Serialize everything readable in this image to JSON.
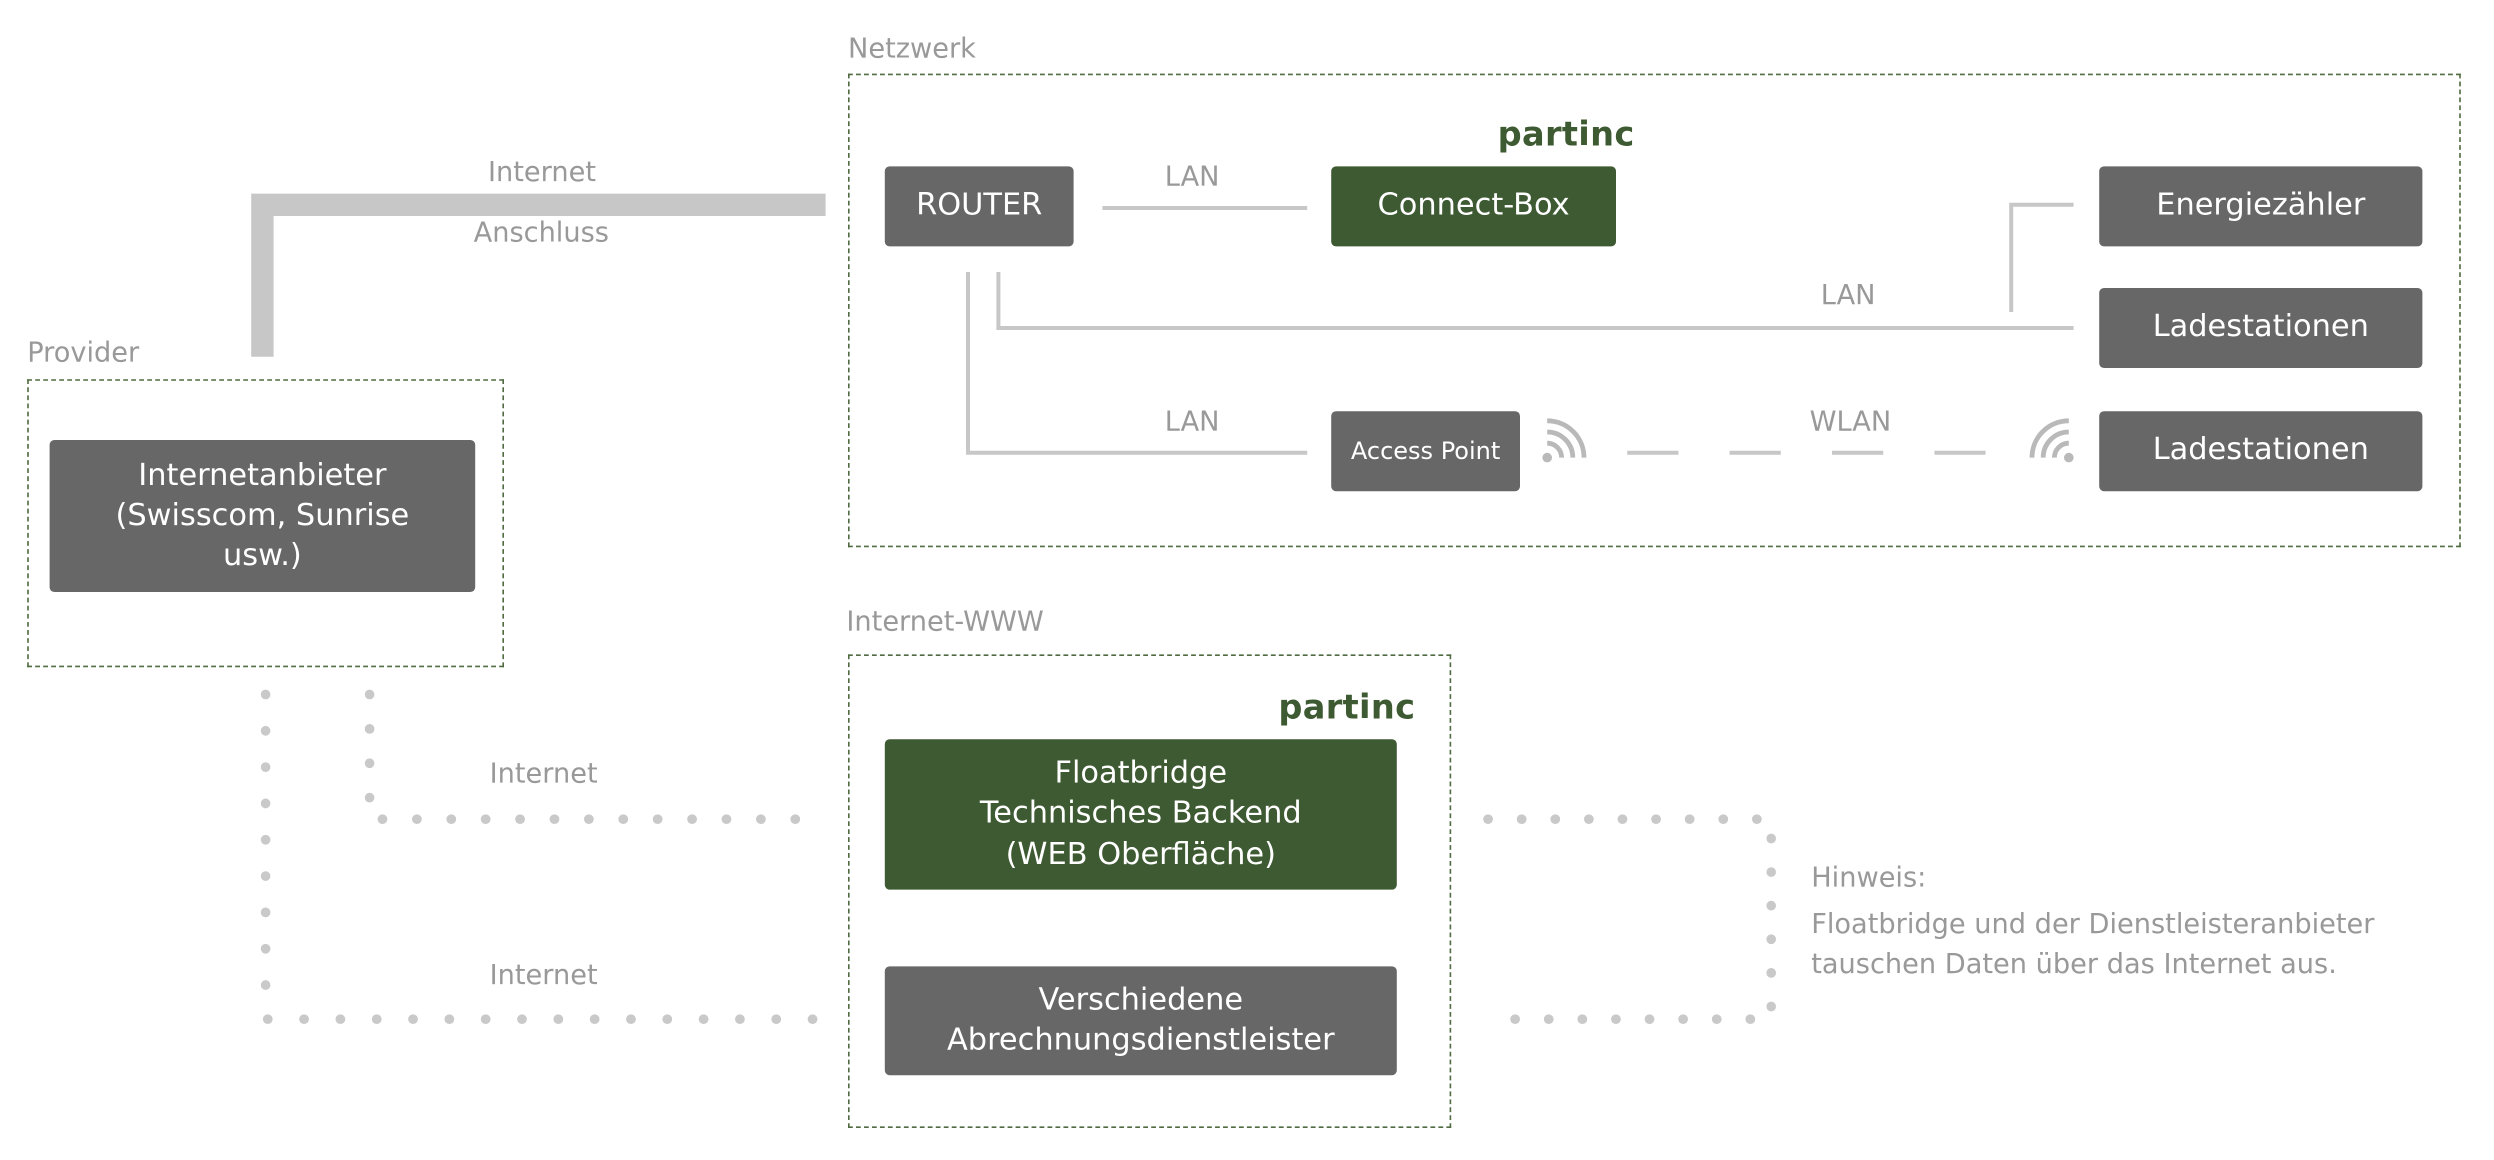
{
  "groups": {
    "netzwerk": "Netzwerk",
    "provider": "Provider",
    "internet_www": "Internet-WWW"
  },
  "boxes": {
    "router": "ROUTER",
    "connect_box": "Connect-Box",
    "energiezaehler": "Energiezähler",
    "ladestationen_lan": "Ladestationen",
    "ladestationen_wlan": "Ladestationen",
    "access_point": "Access Point",
    "internetanbieter": "Internetanbieter\n(Swisscom, Sunrise\nusw.)",
    "floatbridge": "Floatbridge\nTechnisches Backend\n(WEB Oberfläche)",
    "abrechnung": "Verschiedene\nAbrechnungsdienstleister"
  },
  "links": {
    "internet_top": "Internet",
    "anschluss": "Anschluss",
    "lan_router_connect": "LAN",
    "lan_router_lade": "LAN",
    "lan_router_ap": "LAN",
    "wlan": "WLAN",
    "internet_floatbridge": "Internet",
    "internet_abrechnung": "Internet"
  },
  "brand": {
    "logo_text": "partinc",
    "green": "#3e5a32",
    "gray": "#676767"
  },
  "note": {
    "title": "Hinweis:",
    "line1": "Floatbridge und der Dienstleisteranbieter",
    "line2": "tauschen Daten über das Internet aus."
  },
  "icons": [
    "wifi-icon-left",
    "wifi-icon-right"
  ]
}
